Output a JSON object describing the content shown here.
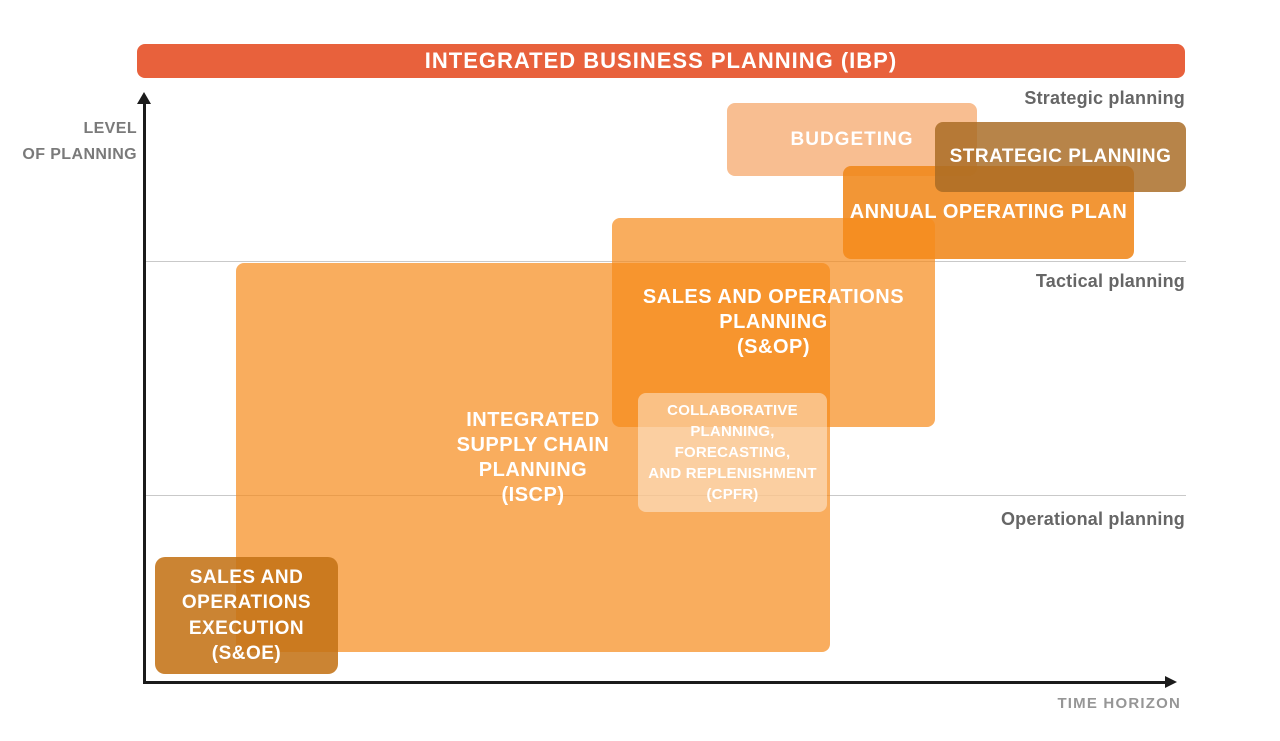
{
  "banner": {
    "title": "INTEGRATED BUSINESS PLANNING (IBP)",
    "bg_color": "#E8613C",
    "text_color": "#FFFFFF"
  },
  "axes": {
    "y_label_line1": "LEVEL",
    "y_label_line2": "OF PLANNING",
    "x_label": "TIME HORIZON",
    "axis_color": "#1B1B1B",
    "label_color": "#7A7A7A"
  },
  "zone_labels": {
    "strategic": "Strategic planning",
    "tactical": "Tactical planning",
    "operational": "Operational planning",
    "color": "#666666"
  },
  "gridline_color": "#C9C9C9",
  "boxes": {
    "budgeting": {
      "label": "BUDGETING",
      "color": "#F8BE91"
    },
    "strategic_planning": {
      "label": "STRATEGIC PLANNING",
      "color": "#B9864A"
    },
    "annual_operating_plan": {
      "label": "ANNUAL OPERATING PLAN",
      "color": "#F29637"
    },
    "sop": {
      "lines": [
        "SALES AND OPERATIONS",
        "PLANNING",
        "(S&OP)"
      ],
      "color": "#F7952E"
    },
    "iscp": {
      "lines": [
        "INTEGRATED",
        "SUPPLY CHAIN",
        "PLANNING",
        "(ISCP)"
      ],
      "color": "#F8AD56"
    },
    "cpfr": {
      "lines": [
        "COLLABORATIVE",
        "PLANNING,",
        "FORECASTING,",
        "AND REPLENISHMENT",
        "(CPFR)"
      ],
      "color": "#FAC997"
    },
    "soe": {
      "lines": [
        "SALES AND",
        "OPERATIONS",
        "EXECUTION",
        "(S&OE)"
      ],
      "color": "#CC8434"
    }
  }
}
